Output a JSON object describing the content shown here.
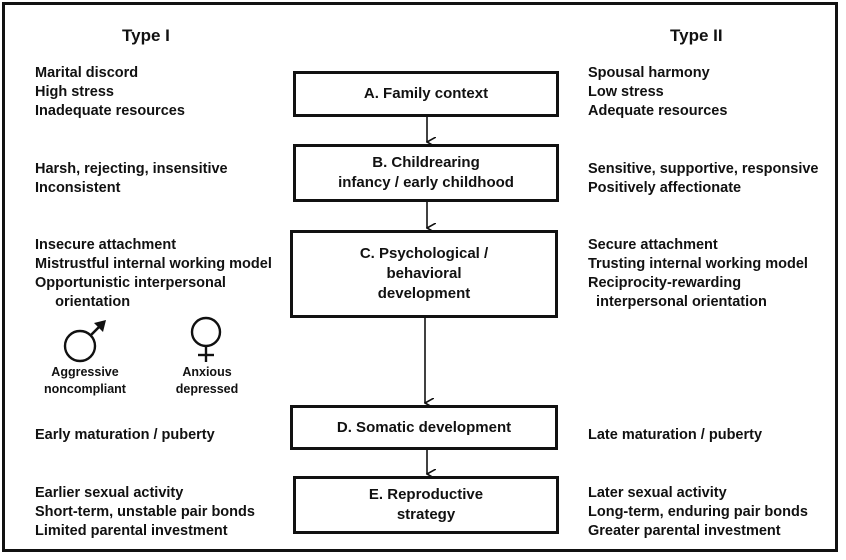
{
  "headings": {
    "left": "Type I",
    "right": "Type II"
  },
  "boxes": {
    "a": [
      "A.  Family context"
    ],
    "b": [
      "B.  Childrearing",
      "infancy / early childhood"
    ],
    "c": [
      "C.  Psychological /",
      "behavioral",
      "development"
    ],
    "d": [
      "D.  Somatic development"
    ],
    "e": [
      "E.  Reproductive",
      "strategy"
    ]
  },
  "left": {
    "a": [
      "Marital discord",
      "High stress",
      "Inadequate resources"
    ],
    "b": [
      "Harsh, rejecting, insensitive",
      "Inconsistent"
    ],
    "c": [
      "Insecure attachment",
      "Mistrustful internal working model",
      "Opportunistic interpersonal",
      "     orientation"
    ],
    "d": [
      "Early maturation / puberty"
    ],
    "e": [
      "Earlier sexual activity",
      "Short-term, unstable pair bonds",
      "Limited parental investment"
    ]
  },
  "right": {
    "a": [
      "Spousal harmony",
      "Low stress",
      "Adequate resources"
    ],
    "b": [
      "Sensitive, supportive, responsive",
      "Positively affectionate"
    ],
    "c": [
      "Secure attachment",
      "Trusting internal working model",
      "Reciprocity-rewarding",
      "  interpersonal orientation"
    ],
    "d": [
      "Late maturation / puberty"
    ],
    "e": [
      "Later sexual activity",
      "Long-term, enduring pair bonds",
      "Greater parental investment"
    ]
  },
  "symbols": {
    "male": {
      "icon": "male-symbol-icon",
      "label": [
        "Aggressive",
        "noncompliant"
      ]
    },
    "female": {
      "icon": "female-symbol-icon",
      "label": [
        "Anxious",
        "depressed"
      ]
    }
  }
}
